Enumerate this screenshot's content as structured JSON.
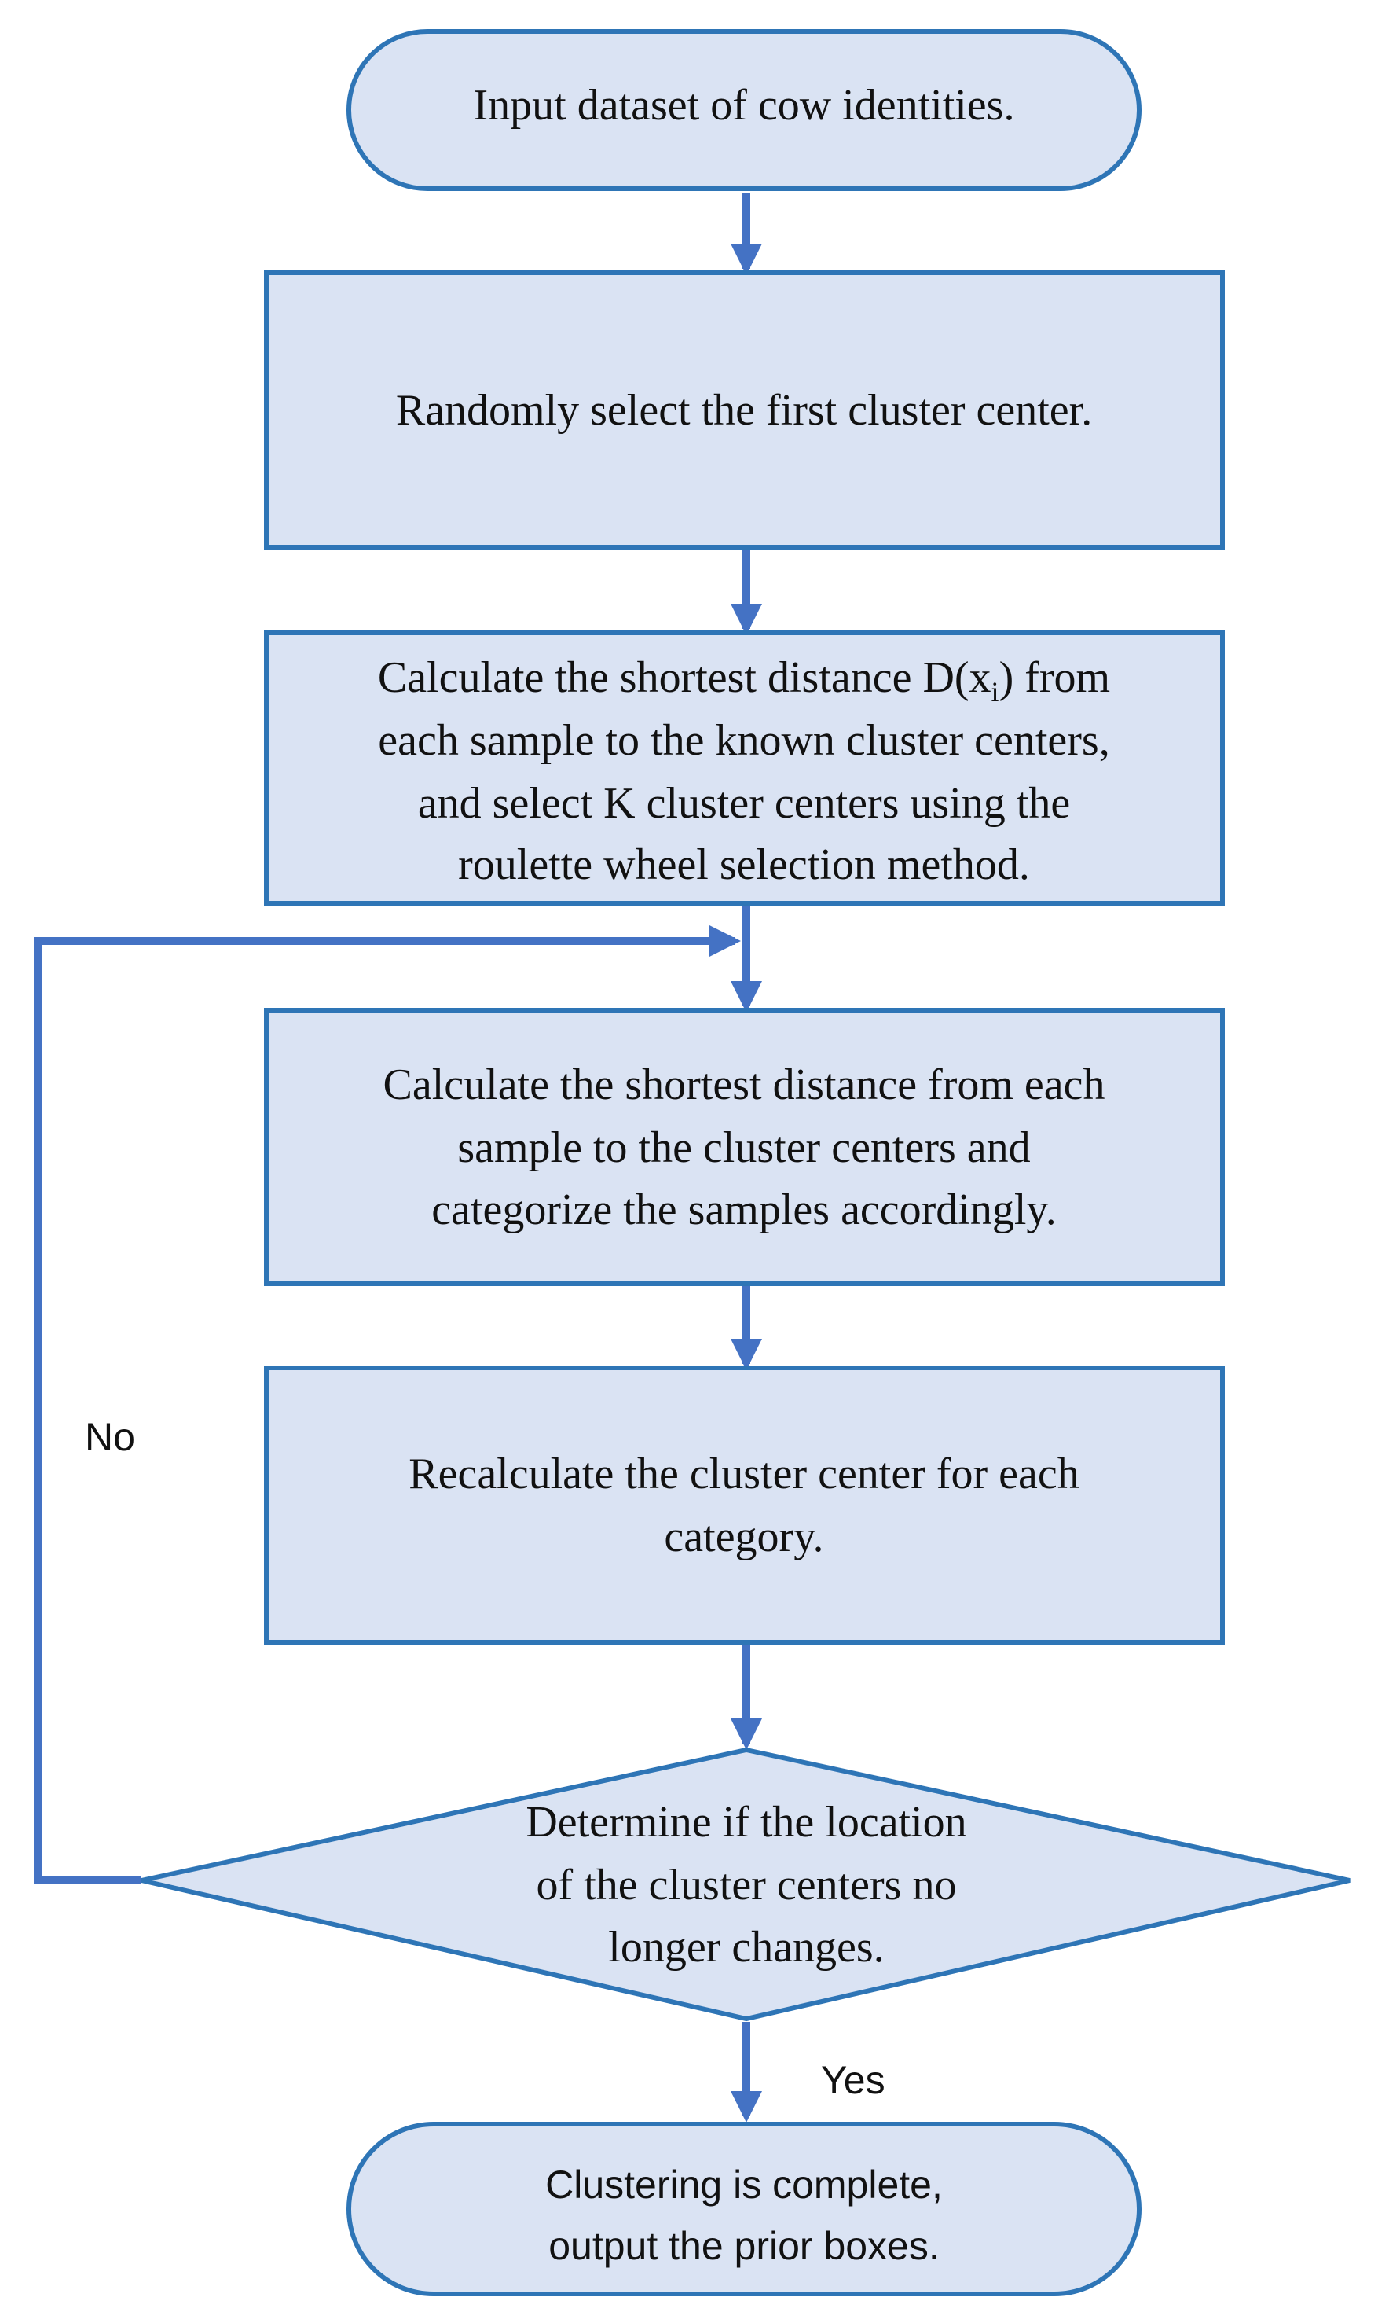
{
  "flowchart": {
    "start": {
      "text": "Input dataset of cow identities."
    },
    "step1": {
      "text": "Randomly select the first cluster center."
    },
    "step2": {
      "line1_a": "Calculate the shortest distance D(x",
      "line1_sub": "i",
      "line1_b": ") from",
      "line2": "each sample to the known cluster centers,",
      "line3": "and select K cluster centers using the",
      "line4": "roulette wheel selection method."
    },
    "step3": {
      "line1": "Calculate the shortest distance from each",
      "line2": "sample to the cluster centers and",
      "line3": "categorize the samples accordingly."
    },
    "step4": {
      "line1": "Recalculate the cluster center for each",
      "line2": "category."
    },
    "decision": {
      "line1": "Determine if the location",
      "line2": "of the cluster centers no",
      "line3": "longer changes."
    },
    "end": {
      "line1": "Clustering is complete,",
      "line2": "output the prior boxes."
    },
    "labels": {
      "no": "No",
      "yes": "Yes"
    }
  },
  "colors": {
    "node_fill": "#dae3f3",
    "node_stroke": "#2e75b6",
    "arrow": "#4472c4"
  }
}
